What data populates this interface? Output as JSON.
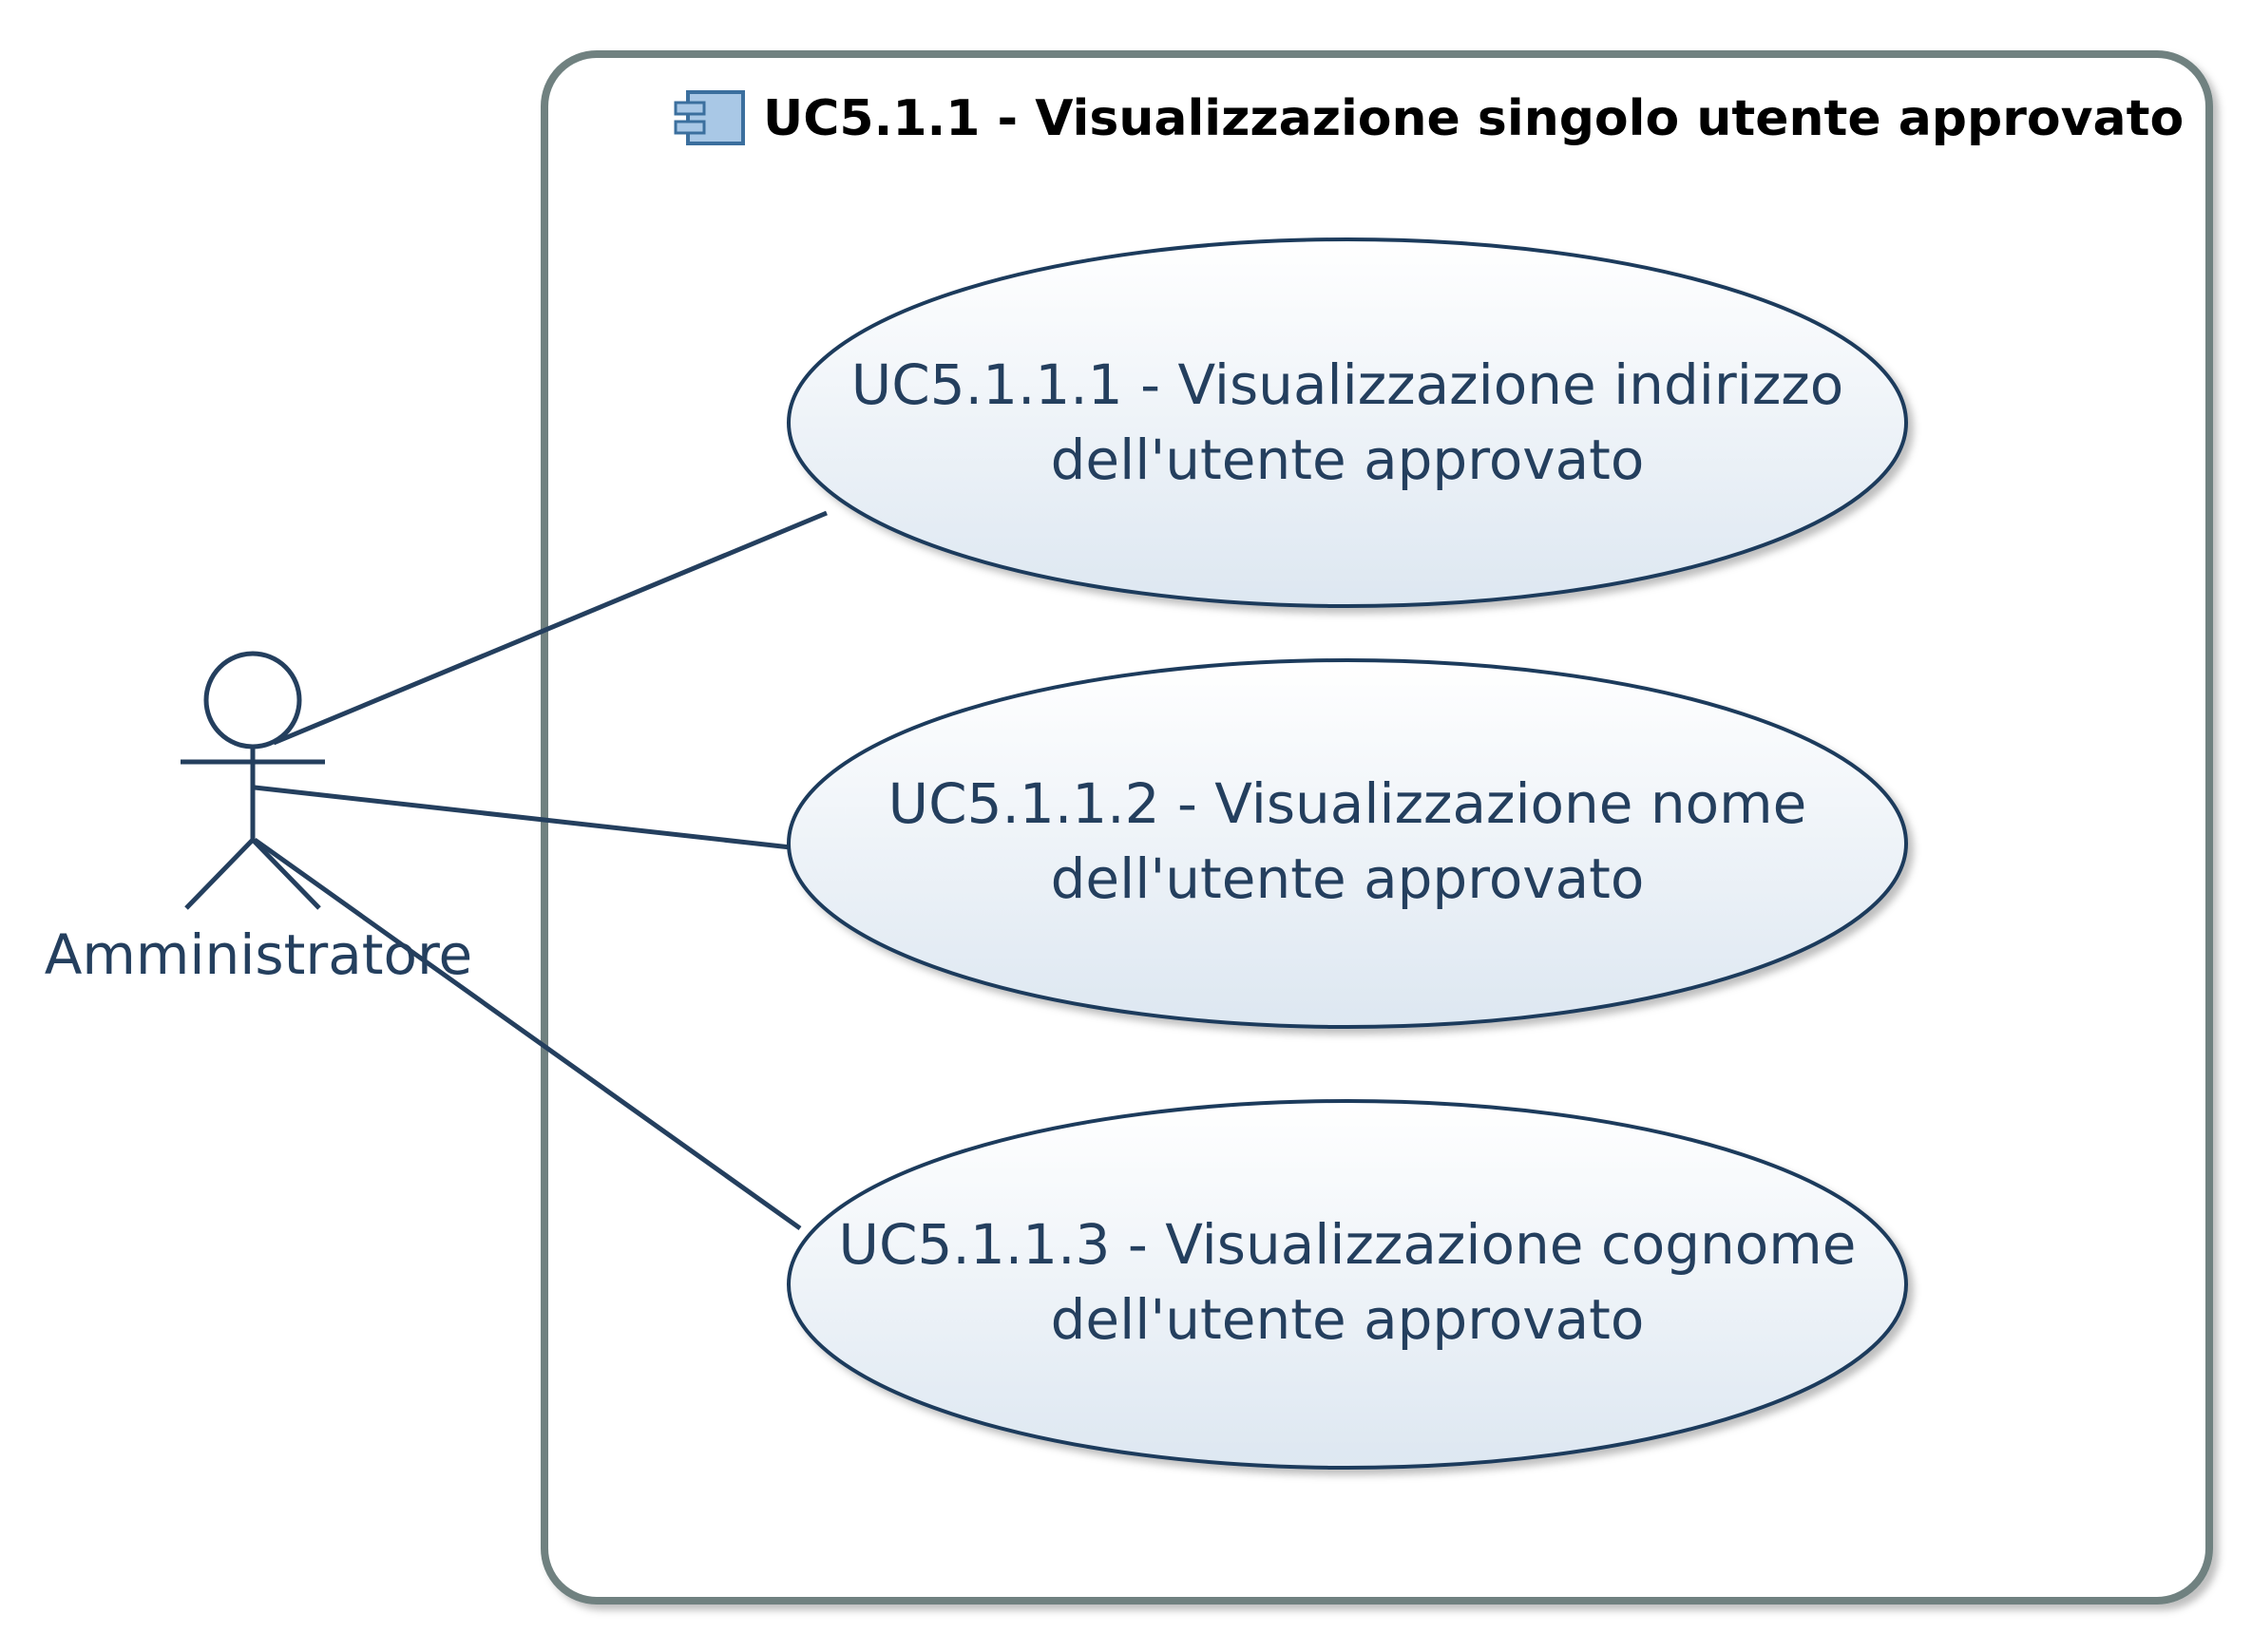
{
  "diagram": {
    "system": {
      "title": "UC5.1.1 - Visualizzazione singolo utente approvato",
      "icon": "component-icon"
    },
    "actor": {
      "name": "Amministratore",
      "icon": "stick-figure-icon"
    },
    "use_cases": [
      {
        "line1": "UC5.1.1.1 - Visualizzazione indirizzo",
        "line2": "dell'utente approvato"
      },
      {
        "line1": "UC5.1.1.2 - Visualizzazione nome",
        "line2": "dell'utente approvato"
      },
      {
        "line1": "UC5.1.1.3 - Visualizzazione cognome",
        "line2": "dell'utente approvato"
      }
    ],
    "colors": {
      "line": "#243f5e",
      "boundary": "#6f8180",
      "ellipse_stroke": "#1f3b5c",
      "ellipse_fill_top": "#ffffff",
      "ellipse_fill_bottom": "#dfe8f2",
      "icon_fill": "#a9c8e6"
    }
  }
}
